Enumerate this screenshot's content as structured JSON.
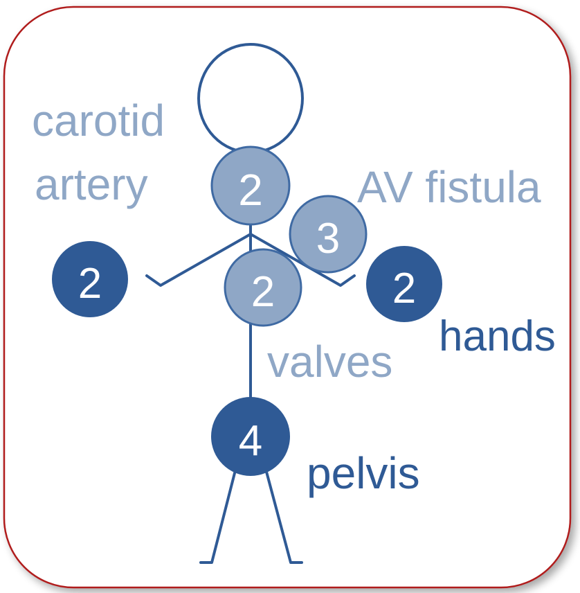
{
  "colors": {
    "frame_border": "#b01c1c",
    "frame_shadow": "#cfcfcf",
    "figure_line": "#2f5a95",
    "light_circle_fill": "#8fa7c6",
    "light_circle_stroke": "#3f6aa3",
    "dark_circle_fill": "#2f5a95",
    "light_text": "#8fa7c6",
    "dark_text": "#2f5a95"
  },
  "labels": {
    "carotid_line1": "carotid",
    "carotid_line2": "artery",
    "av_fistula": "AV fistula",
    "valves": "valves",
    "hands": "hands",
    "pelvis": "pelvis"
  },
  "markers": {
    "carotid": "2",
    "av_fistula": "3",
    "valves": "2",
    "left_hand": "2",
    "right_hand": "2",
    "pelvis": "4"
  }
}
